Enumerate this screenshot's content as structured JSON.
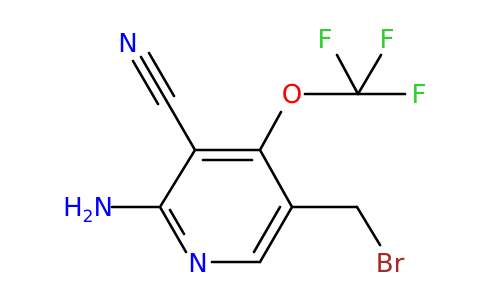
{
  "molecule": {
    "atoms": {
      "ring_n": "N",
      "amino_n": "N",
      "amino_h": "H",
      "amino_h_count": "2",
      "nitrile_n": "N",
      "ether_o": "O",
      "f_top": "F",
      "f_right": "F",
      "f_left": "F",
      "br": "Br"
    },
    "colors": {
      "nitrogen": "#0000ff",
      "oxygen": "#ff0000",
      "fluorine": "#33cc33",
      "bromine": "#a62929",
      "bond": "#000000",
      "background": "#ffffff"
    }
  }
}
